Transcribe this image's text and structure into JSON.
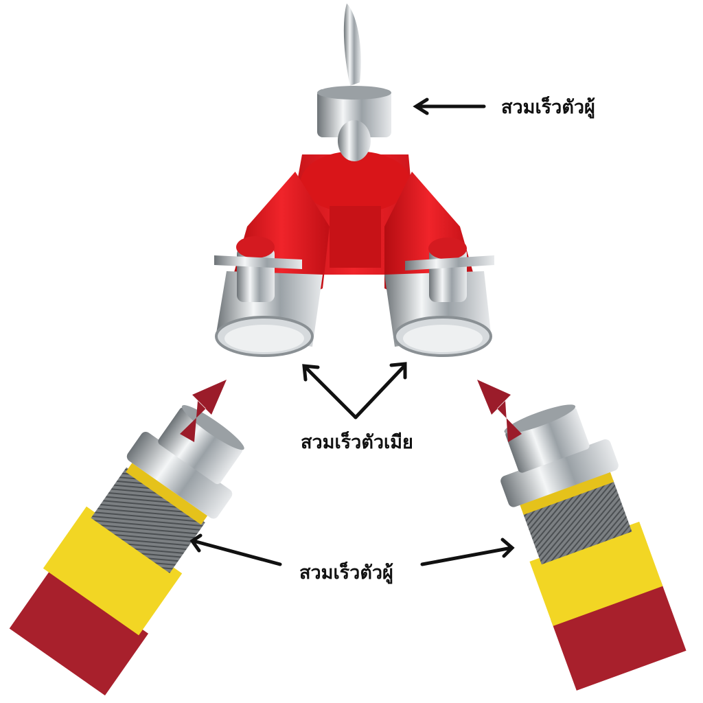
{
  "labels": {
    "top_male_coupling": "สวมเร็วตัวผู้",
    "female_coupling": "สวมเร็วตัวเมีย",
    "bottom_male_coupling": "สวมเร็วตัวผู้"
  },
  "colors": {
    "body_red": "#e0141a",
    "connector_arrow": "#9b1c2a",
    "hose_red": "#a8202c",
    "hose_yellow": "#f2d624",
    "wire_grey": "#6f7274",
    "chrome": "#c9cdd1"
  }
}
